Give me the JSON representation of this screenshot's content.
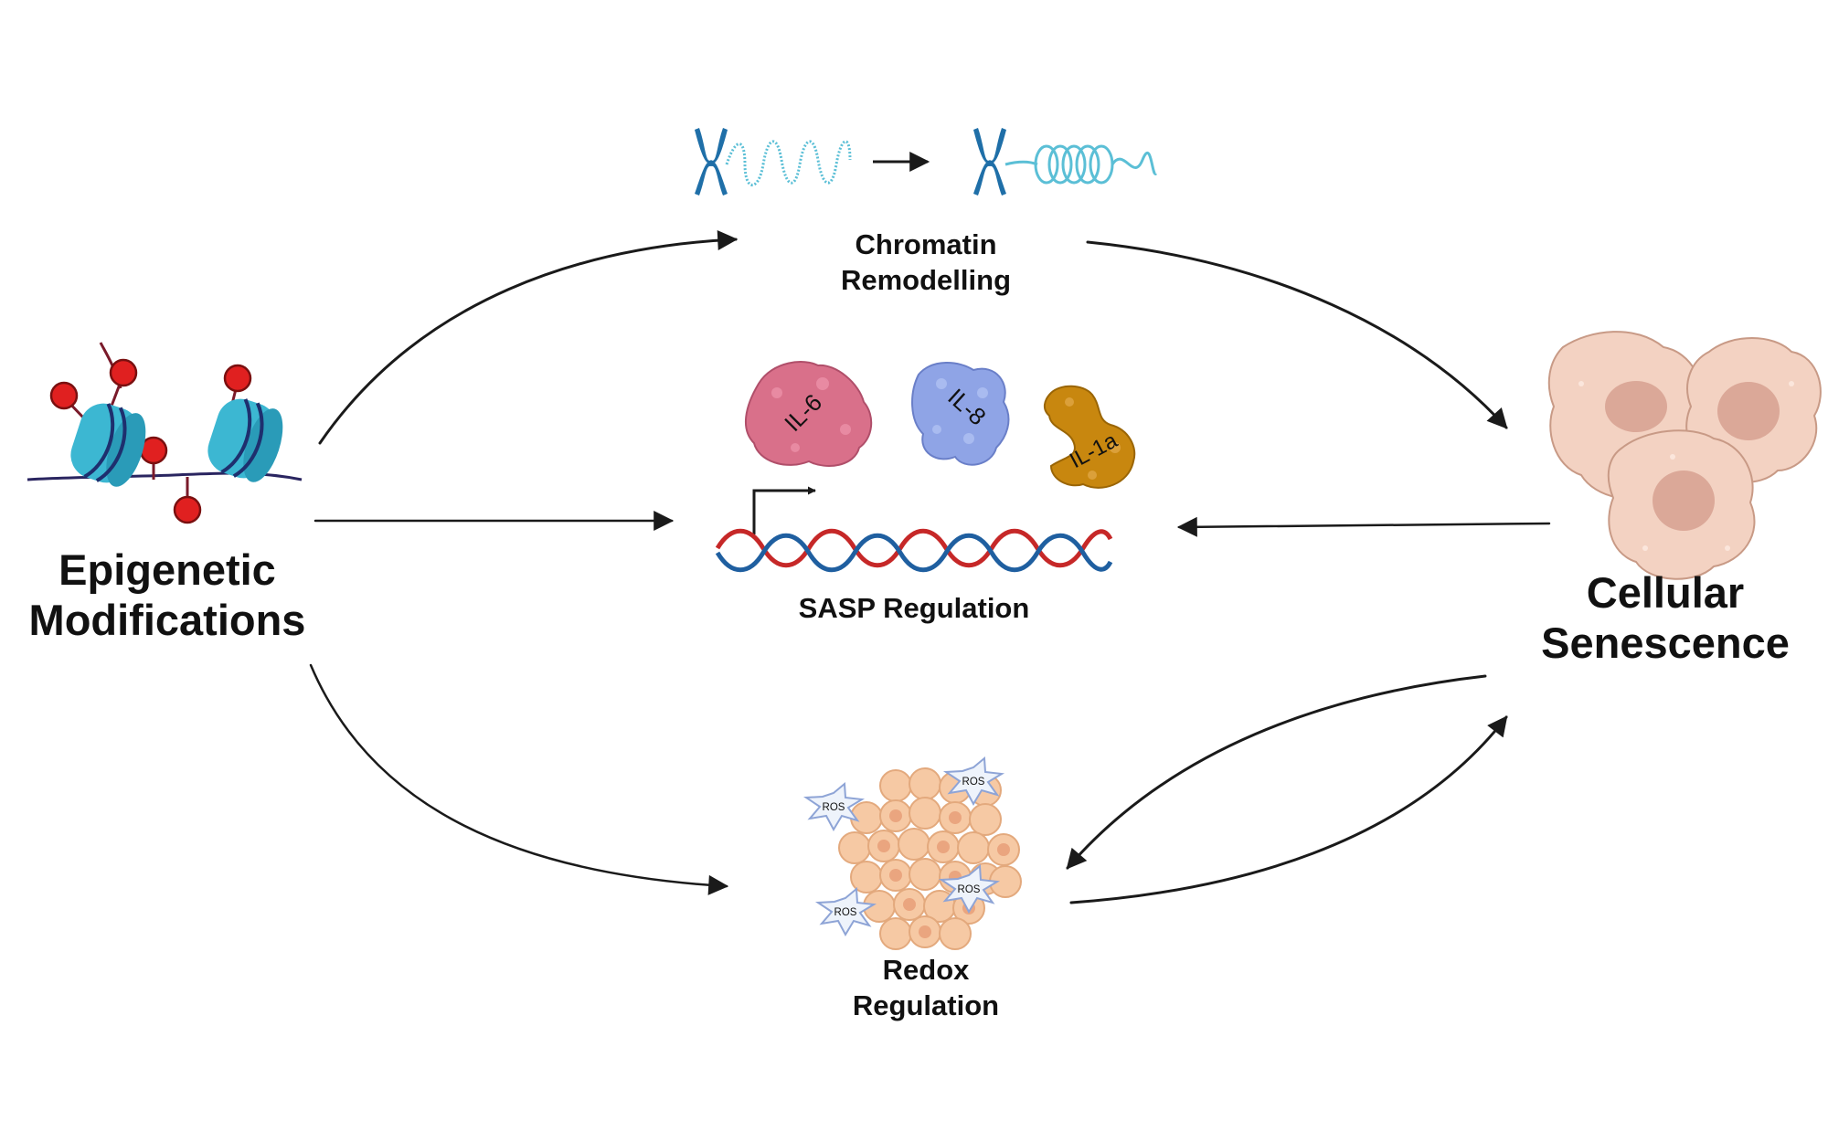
{
  "nodes": {
    "epigenetic": {
      "line1": "Epigenetic",
      "line2": "Modifications"
    },
    "senescence": {
      "line1": "Cellular",
      "line2": "Senescence"
    },
    "chromatin": {
      "line1": "Chromatin",
      "line2": "Remodelling"
    },
    "sasp": {
      "label": "SASP Regulation"
    },
    "redox": {
      "line1": "Redox",
      "line2": "Regulation"
    }
  },
  "cytokines": {
    "il6": "IL-6",
    "il8": "IL-8",
    "il1a": "IL-1a"
  },
  "ros_label": "ROS",
  "colors": {
    "nucleosome": "#3cb7d2",
    "methyl_mark": "#e02020",
    "chromosome": "#1f6fa8",
    "dna_red": "#c62828",
    "dna_blue": "#1f5fa0",
    "il6": "#d9708a",
    "il8": "#8fa4e6",
    "il1a": "#c8870f",
    "senescent_cell": "#f3d2c2",
    "redox_cell": "#f6c9a4",
    "arrow": "#1a1a1a"
  }
}
